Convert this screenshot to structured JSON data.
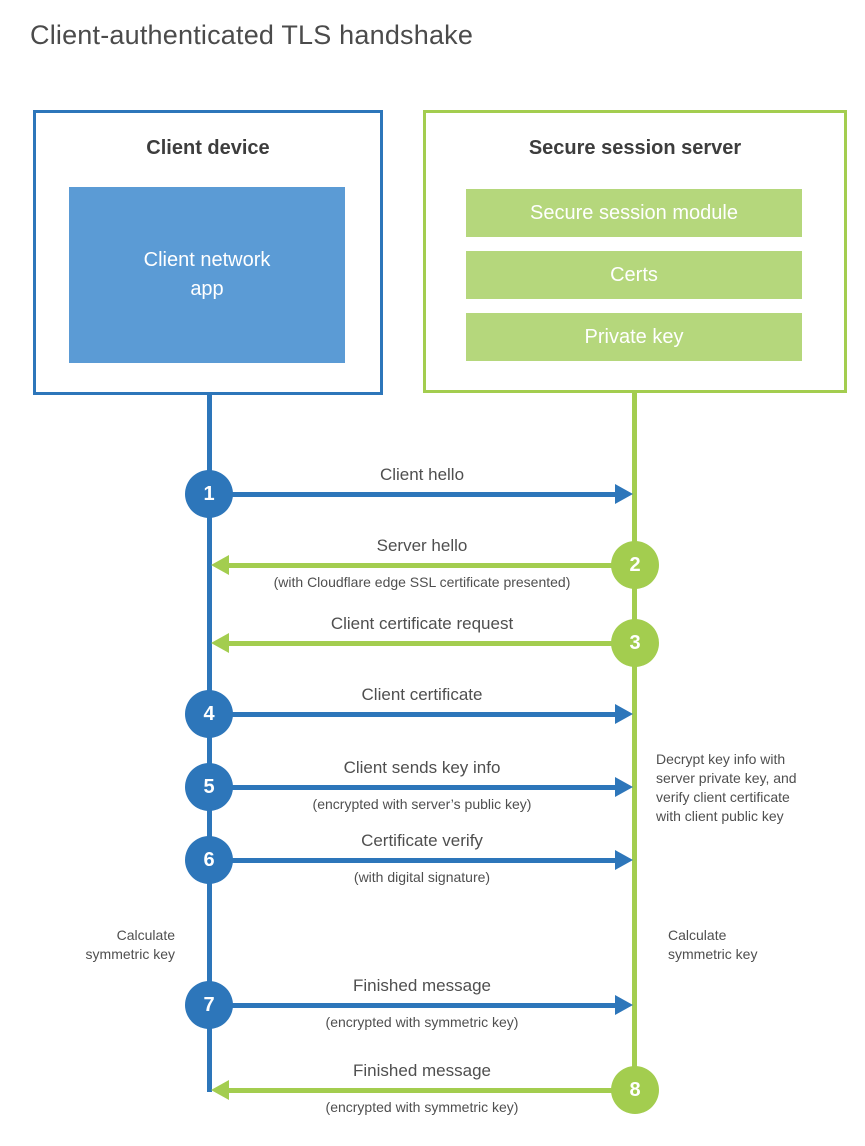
{
  "title": "Client-authenticated TLS handshake",
  "client": {
    "title": "Client device",
    "app_lines": [
      "Client network",
      "app"
    ]
  },
  "server": {
    "title": "Secure session server",
    "modules": [
      "Secure session module",
      "Certs",
      "Private key"
    ]
  },
  "steps": [
    {
      "num": "1",
      "from": "client",
      "to": "server",
      "label": "Client hello"
    },
    {
      "num": "2",
      "from": "server",
      "to": "client",
      "label": "Server hello",
      "sub": "(with Cloudflare edge SSL certificate presented)"
    },
    {
      "num": "3",
      "from": "server",
      "to": "client",
      "label": "Client certificate request"
    },
    {
      "num": "4",
      "from": "client",
      "to": "server",
      "label": "Client certificate"
    },
    {
      "num": "5",
      "from": "client",
      "to": "server",
      "label": "Client sends key info",
      "sub": "(encrypted with server’s public key)"
    },
    {
      "num": "6",
      "from": "client",
      "to": "server",
      "label": "Certificate verify",
      "sub": "(with digital signature)"
    },
    {
      "num": "7",
      "from": "client",
      "to": "server",
      "label": "Finished message",
      "sub": "(encrypted with symmetric key)"
    },
    {
      "num": "8",
      "from": "server",
      "to": "client",
      "label": "Finished message",
      "sub": "(encrypted with symmetric key)"
    }
  ],
  "notes": {
    "decrypt": "Decrypt key info with server private key, and verify client certificate with client public key",
    "calculate_left": "Calculate symmetric key",
    "calculate_right": "Calculate symmetric key"
  },
  "colors": {
    "blue": "#2d76ba",
    "blue_fill": "#5b9bd5",
    "green": "#a3cd4f",
    "green_fill": "#b5d77c"
  }
}
